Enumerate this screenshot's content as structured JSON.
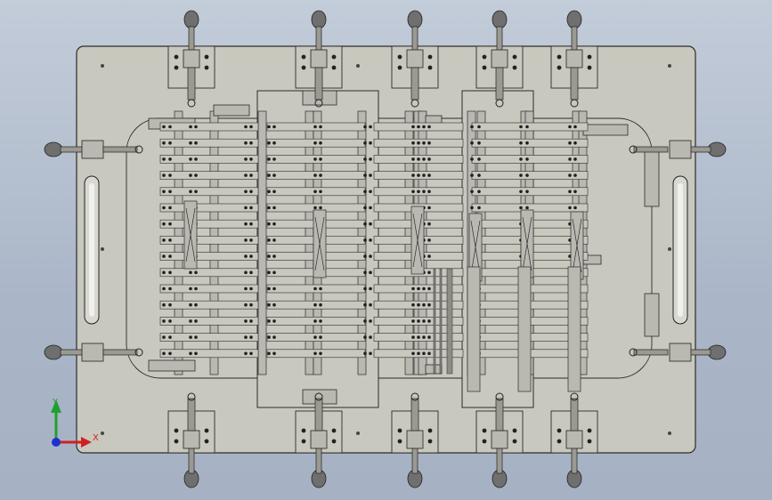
{
  "view": {
    "background_top": "#c3ccd9",
    "background_bottom": "#a6b2c4",
    "model_fill": "#c9c8be",
    "model_stroke": "#2b2b2b",
    "metal_fill": "#b9b9b1",
    "clamp_fill": "#9a9a92",
    "knob_fill": "#6f6f6f"
  },
  "axes": {
    "x_label": "X",
    "y_label": "Y",
    "x_color": "#d02020",
    "y_color": "#20a030",
    "z_color": "#2030d0"
  },
  "model": {
    "top_clamp_count": 5,
    "bottom_clamp_count": 5,
    "side_clamp_count": 4,
    "strip_rows": 15,
    "strip_columns": 8
  }
}
